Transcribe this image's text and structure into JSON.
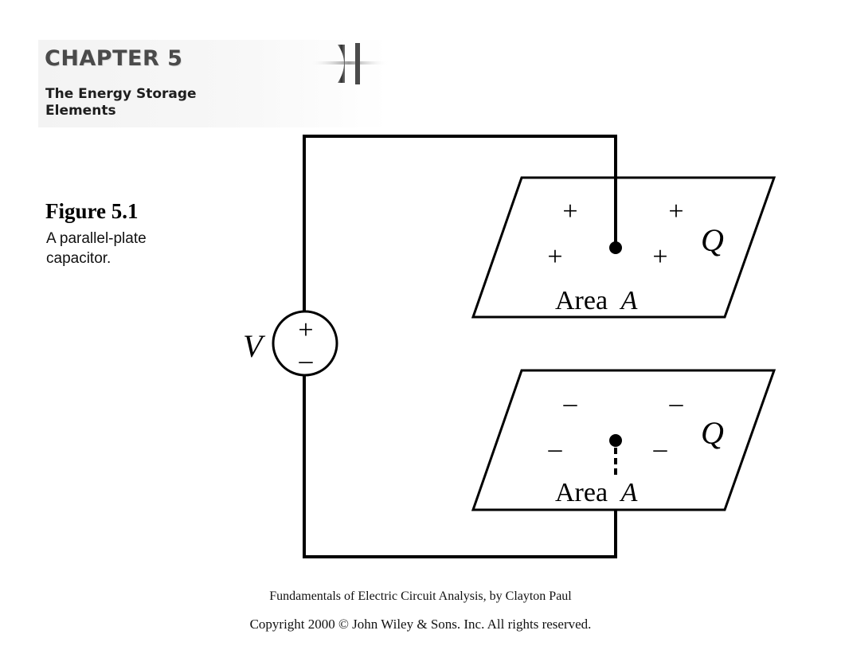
{
  "header": {
    "chapter_title": "CHAPTER 5",
    "chapter_subtitle_line1": "The Energy Storage",
    "chapter_subtitle_line2": "Elements"
  },
  "figure": {
    "label": "Figure 5.1",
    "caption_line1": "A parallel-plate",
    "caption_line2": "capacitor."
  },
  "diagram": {
    "source_label": "V",
    "source_plus": "+",
    "source_minus": "–",
    "top_plate": {
      "charge_label": "Q",
      "area_label_word": "Area",
      "area_label_symbol": "A",
      "signs": [
        "+",
        "+",
        "+",
        "+"
      ]
    },
    "bottom_plate": {
      "charge_label": "Q",
      "area_label_word": "Area",
      "area_label_symbol": "A",
      "signs": [
        "–",
        "–",
        "–",
        "–"
      ]
    }
  },
  "footer": {
    "book_credit": "Fundamentals of Electric Circuit Analysis, by Clayton Paul",
    "copyright": "Copyright 2000 © John Wiley & Sons. Inc. All rights reserved."
  }
}
